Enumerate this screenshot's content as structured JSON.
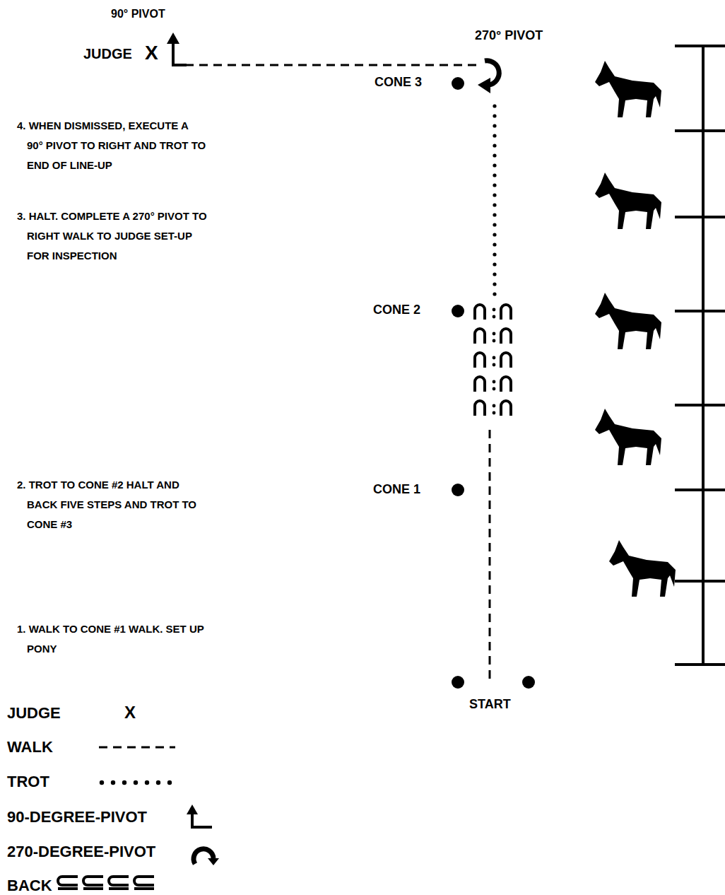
{
  "diagram": {
    "labels": [
      "90° PIVOT",
      "JUDGE",
      "X",
      "270° PIVOT",
      "CONE 3",
      "4. WHEN DISMISSED, EXECUTE A 90° PIVOT TO RIGHT AND TROT TO END OF LINE-UP",
      "3. HALT. COMPLETE A 270° PIVOT TO RIGHT WALK TO JUDGE SET-UP FOR INSPECTION",
      "CONE 2",
      "2. TROT TO CONE #2 HALT AND BACK FIVE STEPS AND TROT TO CONE #3",
      "CONE 1",
      "1. WALK TO CONE #1 WALK. SET UP PONY",
      "START",
      "X"
    ],
    "legend": [
      {
        "text": "JUDGE"
      },
      {
        "text": "WALK"
      },
      {
        "text": "TROT"
      },
      {
        "text": "90-DEGREE-PIVOT"
      },
      {
        "text": "270-DEGREE-PIVOT"
      },
      {
        "text": "BACK"
      }
    ]
  }
}
